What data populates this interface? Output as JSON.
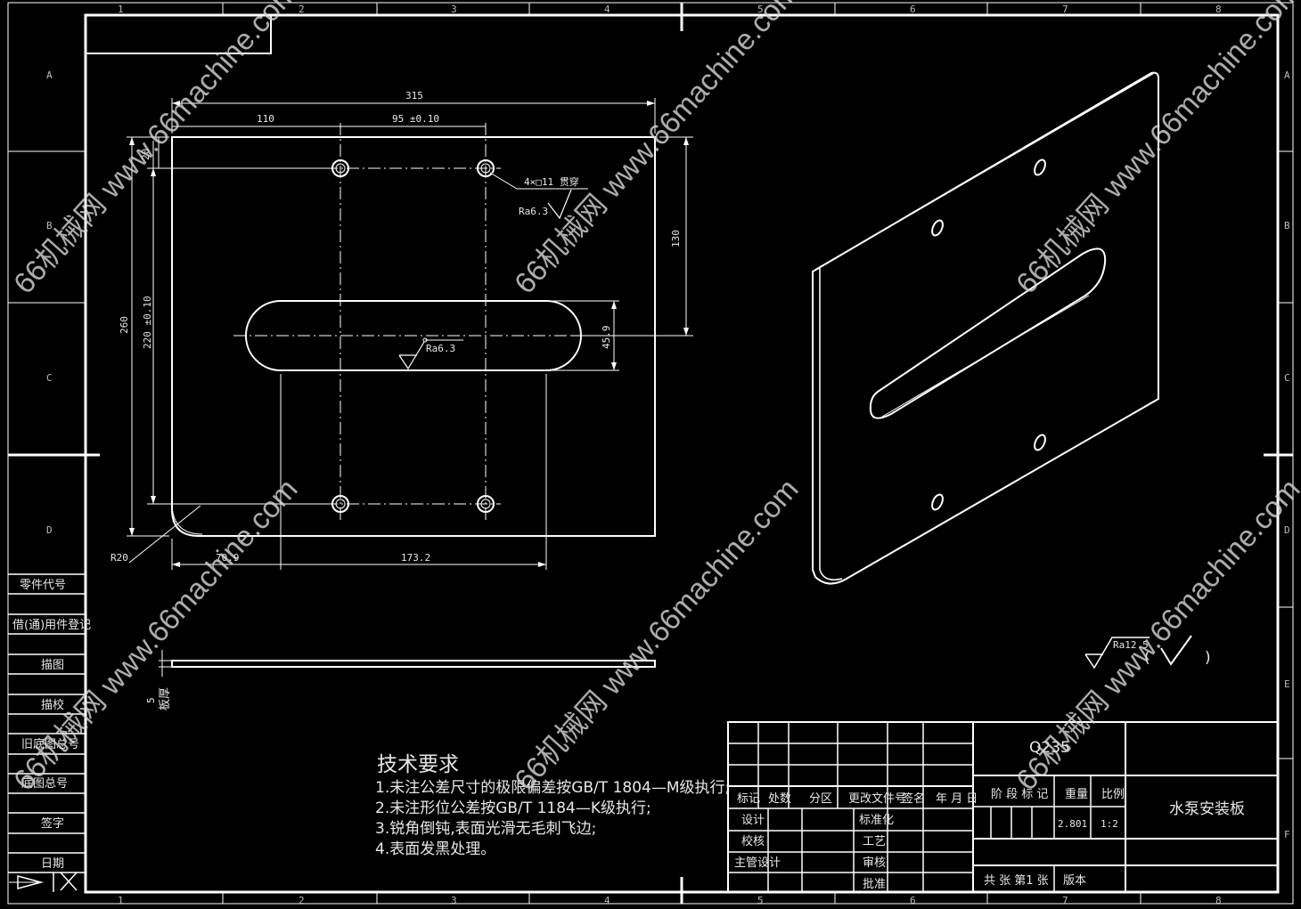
{
  "zones": {
    "cols": [
      "1",
      "2",
      "3",
      "4",
      "5",
      "6",
      "7",
      "8"
    ],
    "rows": [
      "A",
      "B",
      "C",
      "D",
      "E",
      "F"
    ]
  },
  "side_block": [
    "零件代号",
    "借(通)用件登记",
    "描图",
    "描校",
    "旧底图总号",
    "底图总号",
    "签字",
    "日期"
  ],
  "dims": {
    "overall_width": "315",
    "left_offset": "110",
    "hole_spacing": "95 ±0.10",
    "top_offset": "20",
    "hole_callout": "4×□11 贯穿",
    "roughness_hole": "Ra6.3",
    "vertical_130": "130",
    "height_260": "260",
    "height_220": "220 ±0.10",
    "slot_width": "45.9",
    "roughness_slot": "Ra6.3",
    "corner_radius": "R20",
    "slot_left": "70.9",
    "slot_len": "173.2",
    "thickness_value": "5",
    "thickness_label": "板厚"
  },
  "surface_note": {
    "value": "Ra12.5",
    "open_paren": "(",
    "close_paren": ")"
  },
  "tech_req": {
    "title": "技术要求",
    "lines": [
      "1.未注公差尺寸的极限偏差按GB/T 1804—M级执行;",
      "2.未注形位公差按GB/T 1184—K级执行;",
      "3.锐角倒钝,表面光滑无毛刺飞边;",
      "4.表面发黑处理。"
    ]
  },
  "title_block": {
    "material": "Q235",
    "part_name": "水泵安装板",
    "weight": "2.801",
    "scale": "1:2",
    "head_mark": "标记",
    "head_count": "处数",
    "head_zone": "分区",
    "head_doc": "更改文件号",
    "head_sign": "签名",
    "head_date": "年 月 日",
    "stage_mark": "阶 段 标 记",
    "weight_label": "重量",
    "scale_label": "比例",
    "design": "设计",
    "standard": "标准化",
    "check": "校核",
    "process": "工艺",
    "chief": "主管设计",
    "review": "审核",
    "approve": "批准",
    "sheets": "共  张 第1 张",
    "version": "版本"
  },
  "watermark": "66机械网 www.66machine.com"
}
